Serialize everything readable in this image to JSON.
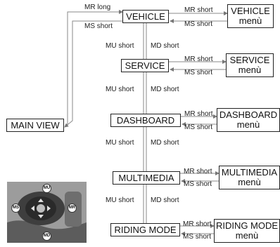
{
  "nodes": {
    "main_view": "MAIN VIEW",
    "vehicle": "VEHICLE",
    "service": "SERVICE",
    "dashboard": "DASHBOARD",
    "multimedia": "MULTIMEDIA",
    "riding_mode": "RIDING MODE",
    "vehicle_menu": [
      "VEHICLE",
      "menù"
    ],
    "service_menu": [
      "SERVICE",
      "menù"
    ],
    "dashboard_menu": [
      "DASHBOARD",
      "menù"
    ],
    "multimedia_menu": [
      "MULTIMEDIA",
      "menù"
    ],
    "riding_mode_menu": [
      "RIDING MODE",
      "menù"
    ]
  },
  "edges": {
    "mr_long": "MR long",
    "ms_short": "MS short",
    "mr_short": "MR short",
    "mu_short": "MU short",
    "md_short": "MD short"
  },
  "controller": {
    "buttons": [
      "MU",
      "MS",
      "MR",
      "MD"
    ]
  }
}
